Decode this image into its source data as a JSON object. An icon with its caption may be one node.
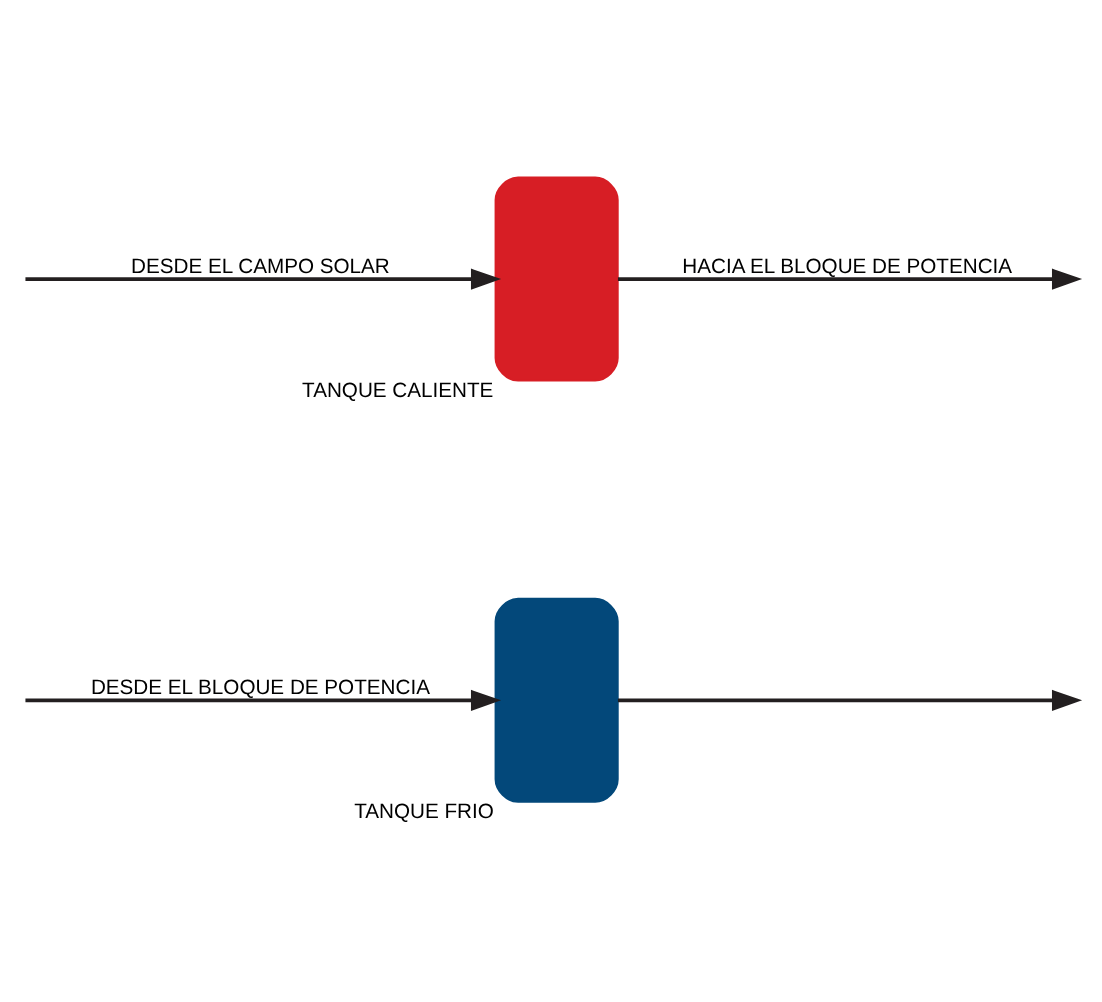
{
  "diagram": {
    "nodes": [
      {
        "text": [],
        "shape": "box",
        "beside": [
          "TANQUE CALIENTE"
        ]
      },
      {
        "text": [],
        "shape": "box",
        "beside": [
          "TANQUE FRIO"
        ]
      }
    ],
    "edges": [
      {
        "from": null,
        "to": 0,
        "arrow": "to",
        "label": "DESDE EL CAMPO SOLAR"
      },
      {
        "from": 0,
        "to": null,
        "arrow": "to",
        "label": "HACIA EL BLOQUE DE POTENCIA"
      },
      {
        "from": null,
        "to": 1,
        "arrow": "to",
        "label": "DESDE EL BLOQUE DE POTENCIA"
      },
      {
        "from": 1,
        "to": null,
        "arrow": "to"
      }
    ]
  }
}
